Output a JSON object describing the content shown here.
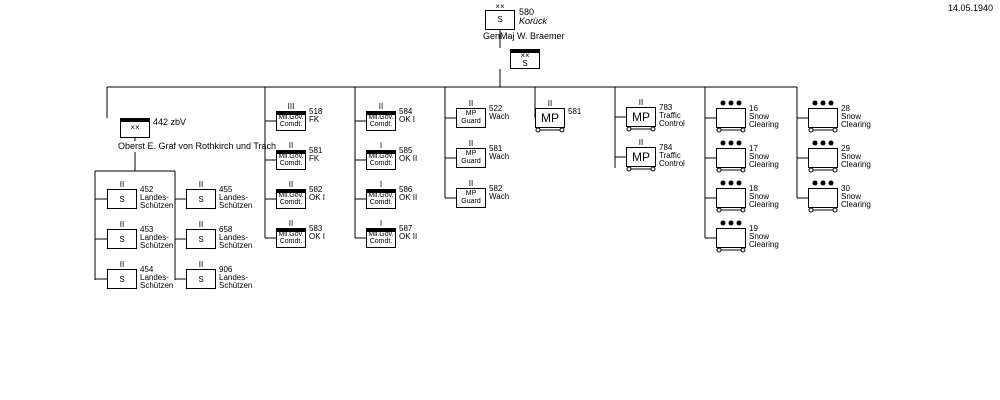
{
  "date": "14.05.1940",
  "top": {
    "number": "580",
    "name": "Korück",
    "commander": "GenMaj  W. Braemer",
    "symbol": "S",
    "staff_symbol": "S"
  },
  "branch1": {
    "number": "442 zbV",
    "commander": "Oberst  E. Graf von Rothkirch und Trach",
    "col_a": [
      {
        "number": "452",
        "line1": "Landes-",
        "line2": "Schützen",
        "symbol": "S"
      },
      {
        "number": "453",
        "line1": "Landes-",
        "line2": "Schützen",
        "symbol": "S"
      },
      {
        "number": "454",
        "line1": "Landes-",
        "line2": "Schützen",
        "symbol": "S"
      }
    ],
    "col_b": [
      {
        "number": "455",
        "line1": "Landes-",
        "line2": "Schützen",
        "symbol": "S"
      },
      {
        "number": "658",
        "line1": "Landes-",
        "line2": "Schützen",
        "symbol": "S"
      },
      {
        "number": "906",
        "line1": "Landes-",
        "line2": "Schützen",
        "symbol": "S"
      }
    ]
  },
  "fk": [
    {
      "number": "518",
      "label": "FK",
      "box1": "Mil.Gov.",
      "box2": "Comdt."
    },
    {
      "number": "581",
      "label": "FK",
      "box1": "Mil.Gov.",
      "box2": "Comdt."
    },
    {
      "number": "582",
      "label": "OK I",
      "box1": "Mil.Gov.",
      "box2": "Comdt."
    },
    {
      "number": "583",
      "label": "OK I",
      "box1": "Mil.Gov.",
      "box2": "Comdt."
    }
  ],
  "ok": [
    {
      "number": "584",
      "label": "OK I",
      "box1": "Mil.Gov.",
      "box2": "Comdt."
    },
    {
      "number": "585",
      "label": "OK II",
      "box1": "Mil.Gov.",
      "box2": "Comdt."
    },
    {
      "number": "586",
      "label": "OK II",
      "box1": "Mil.Gov.",
      "box2": "Comdt."
    },
    {
      "number": "587",
      "label": "OK II",
      "box1": "Mil.Gov.",
      "box2": "Comdt."
    }
  ],
  "wach": [
    {
      "number": "522",
      "label": "Wach",
      "box1": "MP",
      "box2": "Guard"
    },
    {
      "number": "581",
      "label": "Wach",
      "box1": "MP",
      "box2": "Guard"
    },
    {
      "number": "582",
      "label": "Wach",
      "box1": "MP",
      "box2": "Guard"
    }
  ],
  "mp": {
    "number": "581",
    "box": "MP"
  },
  "traffic": [
    {
      "number": "783",
      "line1": "Traffic",
      "line2": "Control",
      "box": "MP"
    },
    {
      "number": "784",
      "line1": "Traffic",
      "line2": "Control",
      "box": "MP"
    }
  ],
  "snow_a": [
    {
      "number": "16",
      "line1": "Snow",
      "line2": "Clearing"
    },
    {
      "number": "17",
      "line1": "Snow",
      "line2": "Clearing"
    },
    {
      "number": "18",
      "line1": "Snow",
      "line2": "Clearing"
    },
    {
      "number": "19",
      "line1": "Snow",
      "line2": "Clearing"
    }
  ],
  "snow_b": [
    {
      "number": "28",
      "line1": "Snow",
      "line2": "Clearing"
    },
    {
      "number": "29",
      "line1": "Snow",
      "line2": "Clearing"
    },
    {
      "number": "30",
      "line1": "Snow",
      "line2": "Clearing"
    }
  ]
}
